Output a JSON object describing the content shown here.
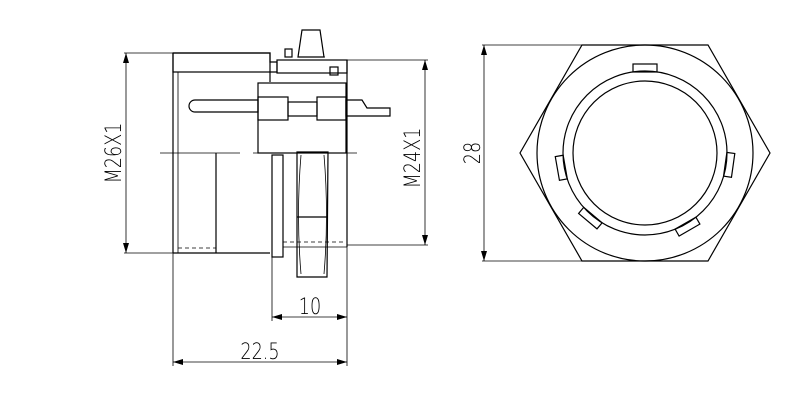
{
  "drawing": {
    "side_view": {
      "thread_left_label": "M26X1",
      "thread_right_label": "M24X1",
      "panel_dim_label": "10",
      "length_dim_label": "22.5"
    },
    "front_view": {
      "hex_dim_label": "28"
    },
    "colors": {
      "line": "#000000",
      "background": "#ffffff"
    }
  }
}
